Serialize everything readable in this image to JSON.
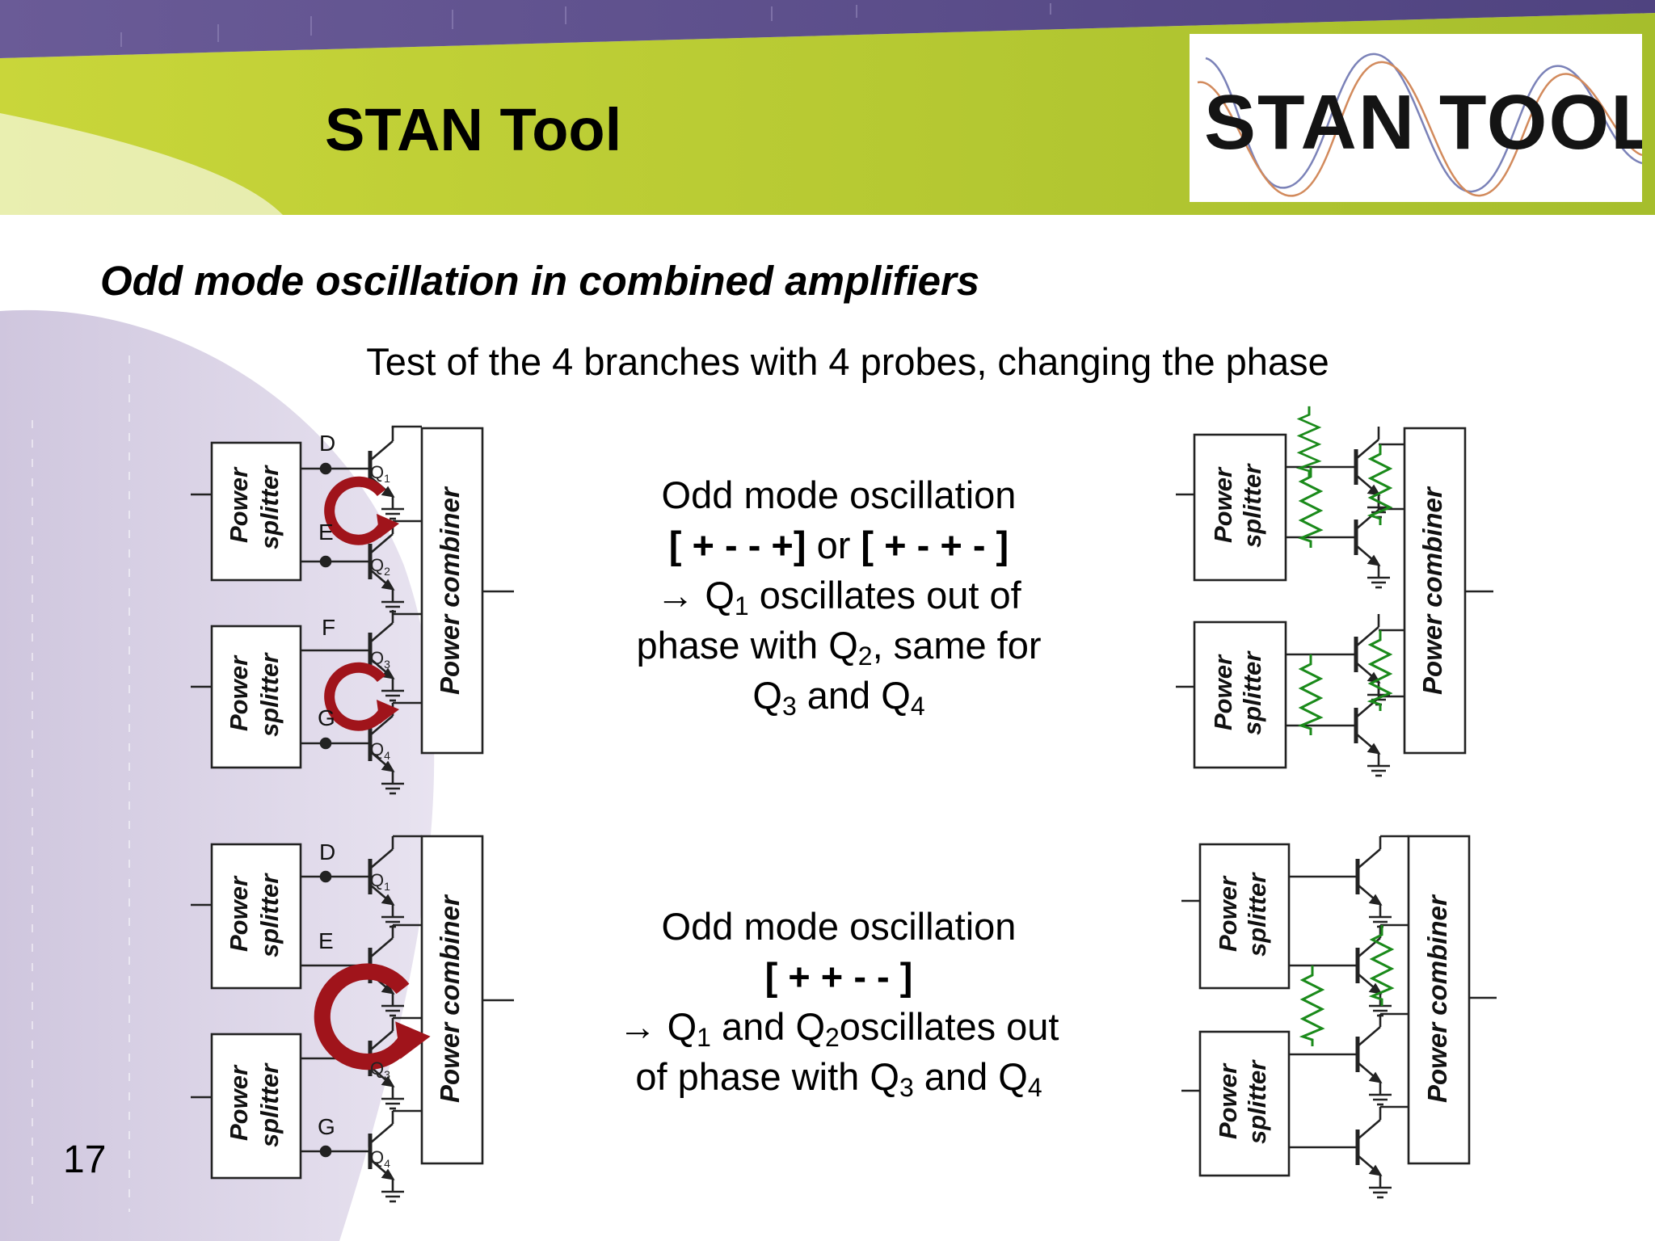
{
  "slide": {
    "title": "STAN Tool",
    "logo_text": "STAN TOOL",
    "subtitle": "Odd mode oscillation in combined amplifiers",
    "intro": "Test of the 4 branches with 4 probes, changing the phase",
    "page_number": "17"
  },
  "block_top": {
    "heading": "Odd mode oscillation",
    "pattern_a": "[ + - - +]",
    "or": "or",
    "pattern_b": "[ + - + - ]",
    "arrow": "→",
    "line3_q": "Q",
    "line3_q_sub": "1",
    "line3_rest": "oscillates out of",
    "line4_a": "phase with Q",
    "line4_sub": "2",
    "line4_b": ", same for",
    "line5_a": "Q",
    "line5_sub1": "3",
    "line5_and": "and Q",
    "line5_sub2": "4"
  },
  "block_bottom": {
    "heading": "Odd mode oscillation",
    "pattern": "[ + + - - ]",
    "arrow": "→",
    "line3_a": "Q",
    "line3_sub1": "1",
    "line3_and": "and Q",
    "line3_sub2": "2",
    "line3_rest": "oscillates out",
    "line4_a": "of phase with Q",
    "line4_sub1": "3",
    "line4_and": "and Q",
    "line4_sub2": "4"
  },
  "circuit": {
    "splitter_line1": "Power",
    "splitter_line2": "splitter",
    "combiner": "Power combiner",
    "node_labels": [
      "D",
      "E",
      "F",
      "G"
    ],
    "transistor_q": "Q",
    "transistor_subs": [
      "1",
      "2",
      "3",
      "4"
    ]
  },
  "colors": {
    "band_purple": "#5e4f8c",
    "band_green": "#b8c832",
    "lavender": "#d7cfe3",
    "arrow_red": "#a0141b",
    "resistor_green": "#1a8a1a",
    "logo_blue": "#7b82b8",
    "logo_orange": "#d28a5c"
  }
}
